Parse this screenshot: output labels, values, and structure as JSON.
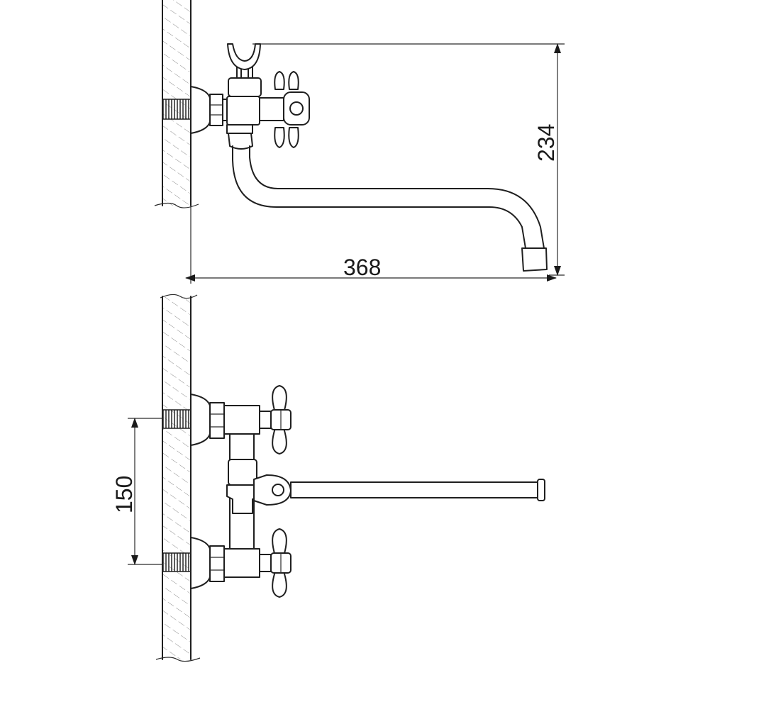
{
  "dimensions": {
    "height": "234",
    "length": "368",
    "spacing": "150"
  },
  "colors": {
    "line": "#1f1f1f",
    "hatch": "#7a7a7a",
    "background": "#ffffff"
  }
}
